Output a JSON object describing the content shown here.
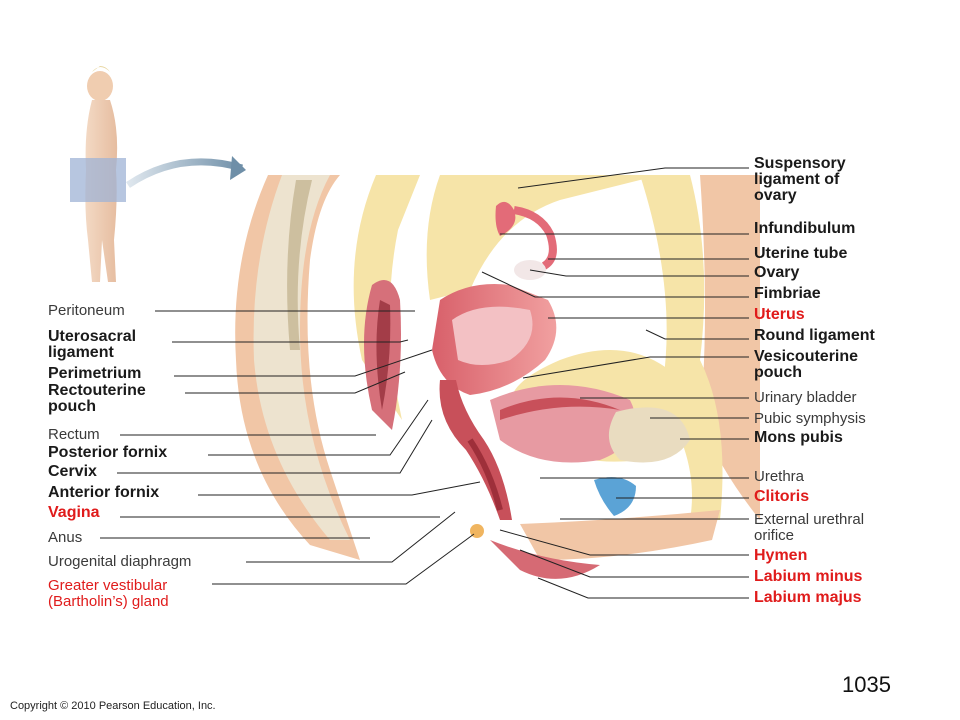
{
  "labels_left": [
    {
      "id": "peritoneum",
      "text": "Peritoneum",
      "style": "regular"
    },
    {
      "id": "uterosacral-ligament",
      "text": "Uterosacral\nligament",
      "style": "bold"
    },
    {
      "id": "perimetrium",
      "text": "Perimetrium",
      "style": "bold"
    },
    {
      "id": "rectouterine-pouch",
      "text": "Rectouterine\npouch",
      "style": "bold"
    },
    {
      "id": "rectum",
      "text": "Rectum",
      "style": "regular"
    },
    {
      "id": "posterior-fornix",
      "text": "Posterior fornix",
      "style": "bold"
    },
    {
      "id": "cervix",
      "text": "Cervix",
      "style": "bold"
    },
    {
      "id": "anterior-fornix",
      "text": "Anterior fornix",
      "style": "bold"
    },
    {
      "id": "vagina",
      "text": "Vagina",
      "style": "bold-red"
    },
    {
      "id": "anus",
      "text": "Anus",
      "style": "regular"
    },
    {
      "id": "urogenital-diaphragm",
      "text": "Urogenital diaphragm",
      "style": "regular"
    },
    {
      "id": "greater-vestibular-gland",
      "text": "Greater vestibular\n(Bartholin’s) gland",
      "style": "regular-red"
    }
  ],
  "labels_right": [
    {
      "id": "suspensory-ligament",
      "text": "Suspensory\nligament of\novary",
      "style": "bold"
    },
    {
      "id": "infundibulum",
      "text": "Infundibulum",
      "style": "bold"
    },
    {
      "id": "uterine-tube",
      "text": "Uterine tube",
      "style": "bold"
    },
    {
      "id": "ovary",
      "text": "Ovary",
      "style": "bold"
    },
    {
      "id": "fimbriae",
      "text": "Fimbriae",
      "style": "bold"
    },
    {
      "id": "uterus",
      "text": "Uterus",
      "style": "bold-red"
    },
    {
      "id": "round-ligament",
      "text": "Round ligament",
      "style": "bold"
    },
    {
      "id": "vesicouterine-pouch",
      "text": "Vesicouterine\npouch",
      "style": "bold"
    },
    {
      "id": "urinary-bladder",
      "text": "Urinary bladder",
      "style": "regular"
    },
    {
      "id": "pubic-symphysis",
      "text": "Pubic symphysis",
      "style": "regular"
    },
    {
      "id": "mons-pubis",
      "text": "Mons pubis",
      "style": "bold"
    },
    {
      "id": "urethra",
      "text": "Urethra",
      "style": "regular"
    },
    {
      "id": "clitoris",
      "text": "Clitoris",
      "style": "bold-red"
    },
    {
      "id": "external-urethral-orifice",
      "text": "External urethral\norifice",
      "style": "regular"
    },
    {
      "id": "hymen",
      "text": "Hymen",
      "style": "bold-red"
    },
    {
      "id": "labium-minus",
      "text": "Labium minus",
      "style": "bold-red"
    },
    {
      "id": "labium-majus",
      "text": "Labium majus",
      "style": "bold-red"
    }
  ],
  "page_number": "1035",
  "copyright": "Copyright © 2010 Pearson Education, Inc.",
  "colors": {
    "label_red": "#e01b1b",
    "tissue_pink": "#e8a0a0",
    "fat_yellow": "#f6e4a8",
    "muscle_red": "#c8505a",
    "bone": "#e9dcc0"
  }
}
